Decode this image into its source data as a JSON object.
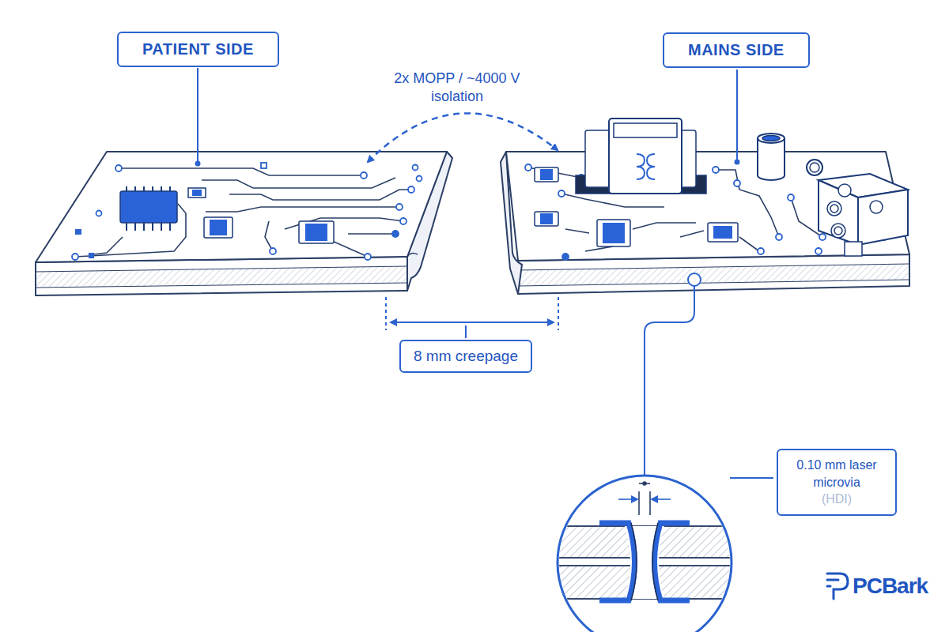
{
  "diagram": {
    "nodes": [
      {
        "text": [
          "PATIENT SIDE"
        ]
      },
      {
        "text": [
          "MAINS SIDE"
        ]
      },
      {
        "text": [
          "8 mm creepage"
        ]
      },
      {
        "text": [
          "0.10 mm laser microvia",
          "(HDI)"
        ]
      }
    ],
    "labels": [
      "2x MOPP / ~4000 V isolation",
      "PCBark"
    ]
  }
}
